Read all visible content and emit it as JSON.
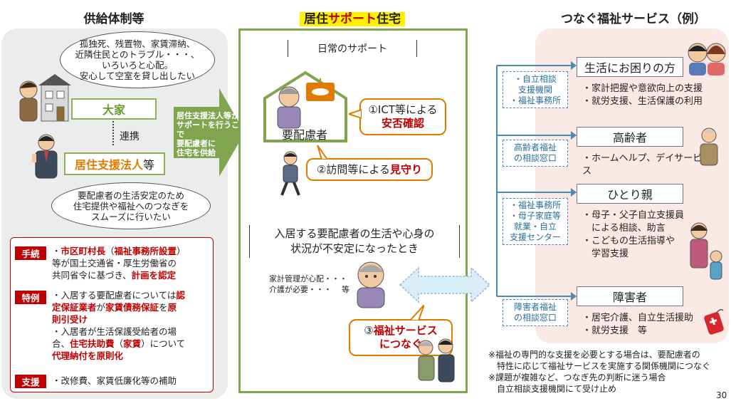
{
  "titles": {
    "left": "供給体制等",
    "middle_prefix": "居住",
    "middle_highlight": "サポート",
    "middle_suffix": "住宅",
    "right": "つなぐ福祉サービス（例）"
  },
  "left": {
    "owner_cloud": [
      "孤独死、残置物、家賃滞納、",
      "近隣住民とのトラブル・・・、",
      "いろいろと心配。",
      "安心して空室を貸し出したい"
    ],
    "owner_label": "大家",
    "link_label": "連携",
    "corp_label_org": "居住支援法人",
    "corp_label_suffix": "等",
    "corp_cloud": [
      "要配慮者の生活安定のため",
      "住宅提供や福祉へのつなぎを",
      "スムーズに行いたい"
    ],
    "rules": {
      "tetsuzuki_tag": "手続",
      "tetsuzuki_lines": [
        {
          "parts": [
            {
              "t": "・",
              "r": false
            },
            {
              "t": "市区町村長",
              "r": true
            },
            {
              "t": "（",
              "r": false
            },
            {
              "t": "福祉事務所設置",
              "r": true
            },
            {
              "t": "）",
              "r": false
            }
          ]
        },
        {
          "parts": [
            {
              "t": "等が国土交通省・厚生労働省の",
              "r": false
            }
          ]
        },
        {
          "parts": [
            {
              "t": "共同省令に基づき、",
              "r": false
            },
            {
              "t": "計画を認定",
              "r": true
            }
          ]
        }
      ],
      "tokurei_tag": "特例",
      "tokurei_lines": [
        {
          "parts": [
            {
              "t": "・入居する要配慮者については",
              "r": false
            },
            {
              "t": "認",
              "r": true
            }
          ]
        },
        {
          "parts": [
            {
              "t": "定保証業者",
              "r": true
            },
            {
              "t": "が",
              "r": false
            },
            {
              "t": "家賃債務保証",
              "r": true
            },
            {
              "t": "を",
              "r": false
            },
            {
              "t": "原",
              "r": true
            }
          ]
        },
        {
          "parts": [
            {
              "t": "則引受け",
              "r": true
            }
          ]
        },
        {
          "parts": [
            {
              "t": "・入居者が生活保護受給者の場",
              "r": false
            }
          ]
        },
        {
          "parts": [
            {
              "t": "合、",
              "r": false
            },
            {
              "t": "住宅扶助費",
              "r": true
            },
            {
              "t": "（",
              "r": false
            },
            {
              "t": "家賃",
              "r": true
            },
            {
              "t": "）について",
              "r": false
            }
          ]
        },
        {
          "parts": [
            {
              "t": "代理納付を原則化",
              "r": true
            }
          ]
        }
      ],
      "shien_tag": "支援",
      "shien_line": "・改修費、家賃低廉化等の補助"
    }
  },
  "arrow_text": [
    "居住支援法人等が",
    "サポートを行うことで",
    "要配慮者に",
    "住宅を供給"
  ],
  "middle": {
    "daily_support": "日常のサポート",
    "person_label": "要配慮者",
    "pill1_line1": "①ICT等による",
    "pill1_line2": "安否確認",
    "pill2_prefix": "②訪問等による",
    "pill2_red": "見守り",
    "unstable_line1": "入居する要配慮者の生活や心身の",
    "unstable_line2": "状況が不安定になったとき",
    "worry_line1": "家計管理が心配・・・",
    "worry_line2": "介護が必要・・・",
    "worry_etc": "等",
    "pill3_prefix": "③",
    "pill3_red1": "福祉サービス",
    "pill3_red2": "につなぐ"
  },
  "right": {
    "groups": [
      {
        "agency": [
          "・自立相談",
          "支援機関",
          "・福祉事務所"
        ],
        "service": "生活にお困りの方",
        "details": [
          "・家計把握や意欲向上の支援",
          "・就労支援、生活保護の利用"
        ]
      },
      {
        "agency": [
          "高齢者福祉",
          "の相談窓口"
        ],
        "service": "高齢者",
        "details": [
          "・ホームヘルプ、デイサービス"
        ]
      },
      {
        "agency": [
          "・福祉事務所",
          "・母子家庭等",
          "就業・自立",
          "支援センター"
        ],
        "service": "ひとり親",
        "details": [
          "・母子・父子自立支援員",
          "　による相談、助言",
          "・こどもの生活指導や",
          "　学習支援"
        ]
      },
      {
        "agency": [
          "障害者福祉",
          "の相談窓口"
        ],
        "service": "障害者",
        "details": [
          "・居宅介護、自立生活援助",
          "・就労支援　等"
        ]
      }
    ],
    "notes": [
      "※福祉の専門的な支援を必要とする場合は、要配慮者の",
      "　特性に応じて福祉サービスを実施する関係機関につなぐ",
      "※課題が複雑など、つなぎ先の判断に迷う場合",
      "　自立相談支援機関にて受け止め"
    ]
  },
  "page_number": "30",
  "colors": {
    "green": "#7fa54e",
    "orange": "#e07b00",
    "red": "#c00000",
    "blue": "#4a8bb5",
    "highlight": "#fff200"
  }
}
